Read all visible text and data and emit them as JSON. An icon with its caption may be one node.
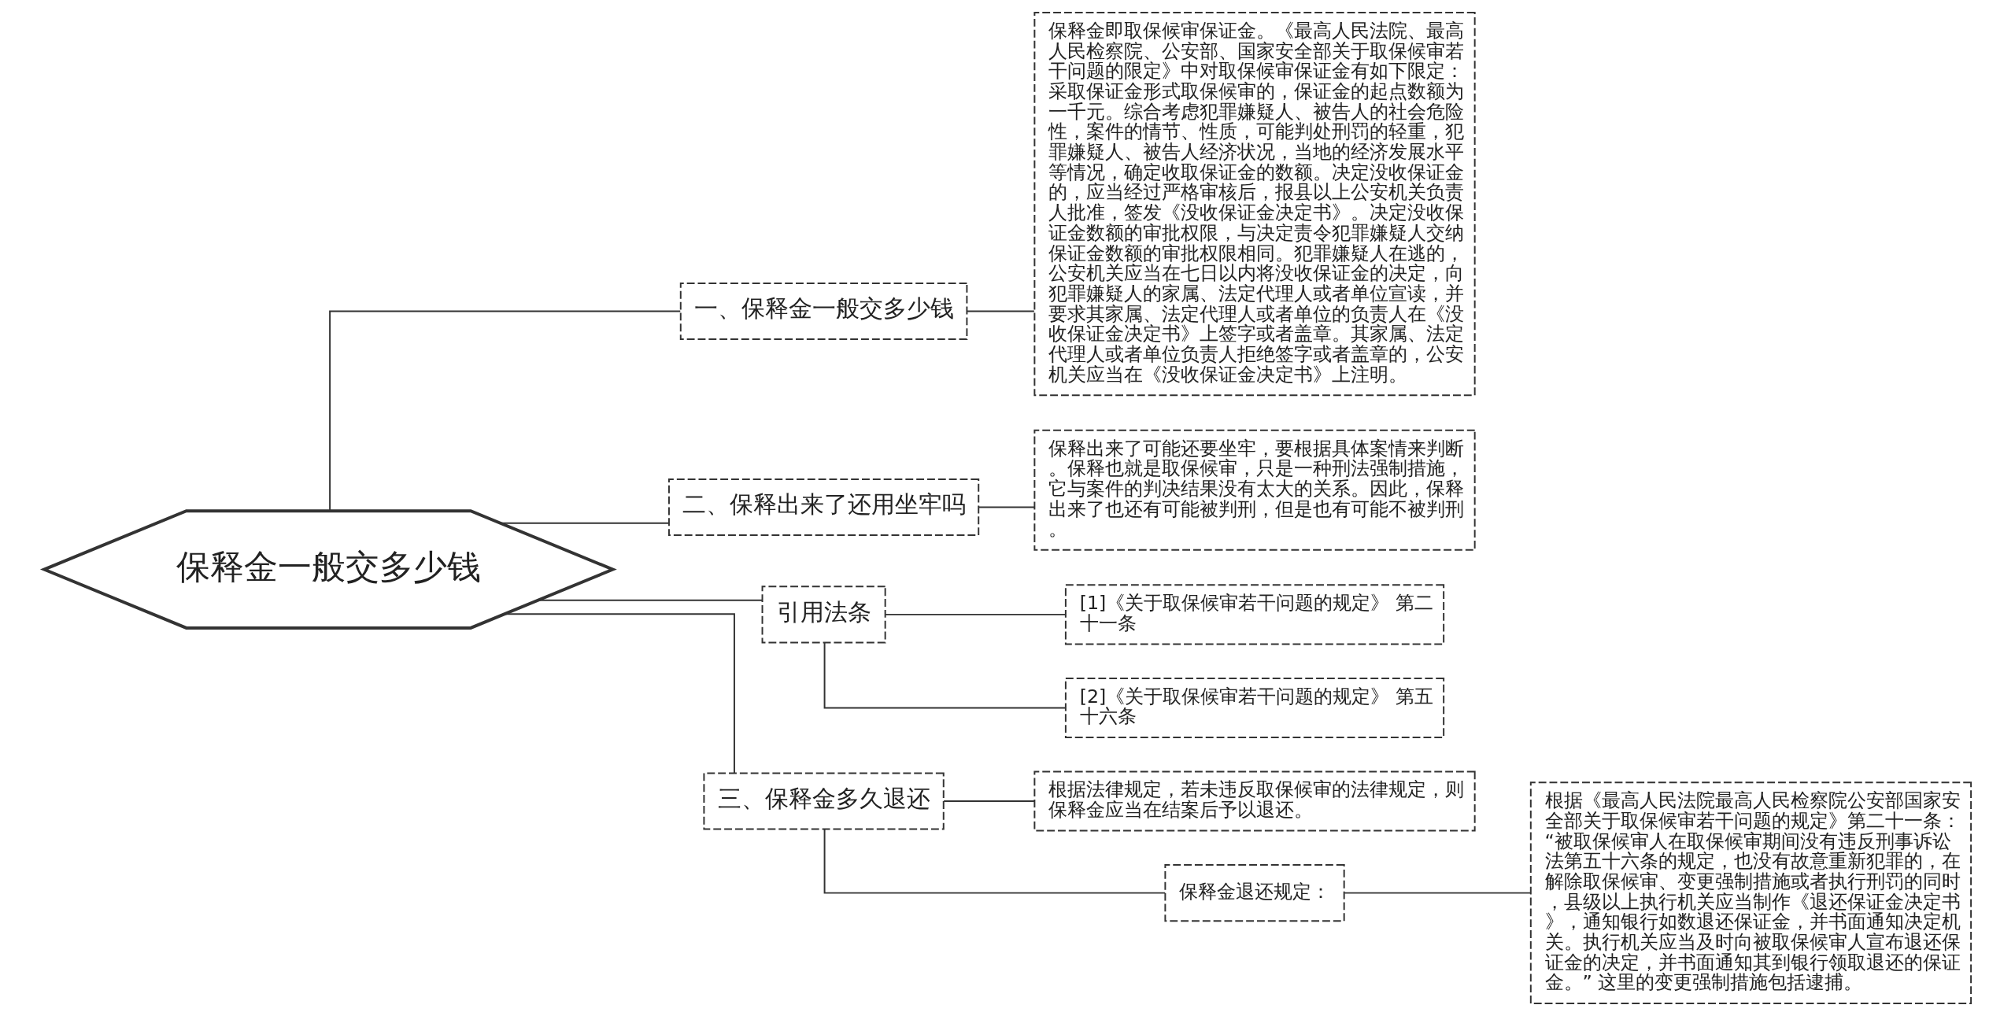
{
  "diagram": {
    "nodes": [
      {
        "text": [
          "保释金一般交多少钱"
        ]
      },
      {
        "text": [
          "一、保释金一般交多少钱"
        ]
      },
      {
        "text": [
          "保释金即取保候审保证金。《最高人民法院、最高人民检察院、公安部、国家安全部关于取保候审若干问题的限定》中对取保候审保证金有如下限定：采取保证金形式取保候审的，保证金的起点数额为一千元。综合考虑犯罪嫌疑人、被告人的社会危险性，案件的情节、性质，可能判处刑罚的轻重，犯罪嫌疑人、被告人经济状况，当地的经济发展水平等情况，确定收取保证金的数额。决定没收保证金的，应当经过严格审核后，报县以上公安机关负责人批准，签发《没收保证金决定书》。决定没收保证金数额的审批权限，与决定责令犯罪嫌疑人交纳保证金数额的审批权限相同。犯罪嫌疑人在逃的，公安机关应当在七日以内将没收保证金的决定，向犯罪嫌疑人的家属、法定代理人或者单位宣读，并要求其家属、法定代理人或者单位的负责人在《没收保证金决定书》上签字或者盖章。其家属、法定代理人或者单位负责人拒绝签字或者盖章的，公安机关应当在《没收保证金决定书》上注明。"
        ]
      },
      {
        "text": [
          "二、保释出来了还用坐牢吗"
        ]
      },
      {
        "text": [
          "保释出来了可能还要坐牢，要根据具体案情来判断。保释也就是取保候审，只是一种刑法强制措施，它与案件的判决结果没有太大的关系。因此，保释出来了也还有可能被判刑，但是也有可能不被判刑。"
        ]
      },
      {
        "text": [
          "引用法条"
        ]
      },
      {
        "text": [
          "[1]《关于取保候审若干问题的规定》 第二十一条"
        ]
      },
      {
        "text": [
          "[2]《关于取保候审若干问题的规定》 第五十六条"
        ]
      },
      {
        "text": [
          "三、保释金多久退还"
        ]
      },
      {
        "text": [
          "根据法律规定，若未违反取保候审的法律规定，则保释金应当在结案后予以退还。"
        ]
      },
      {
        "text": [
          "保释金退还规定："
        ]
      },
      {
        "text": [
          "根据《最高人民法院最高人民检察院公安部国家安全部关于取保候审若干问题的规定》第二十一条：“被取保候审人在取保候审期间没有违反刑事诉讼法第五十六条的规定，也没有故意重新犯罪的，在解除取保候审、变更强制措施或者执行刑罚的同时，县级以上执行机关应当制作《退还保证金决定书》，通知银行如数退还保证金，并书面通知决定机关。执行机关应当及时向被取保候审人宣布退还保证金的决定，并书面通知其到银行领取退还的保证金。” 这里的变更强制措施包括逮捕。"
        ]
      }
    ],
    "edges": [
      {
        "from": 0,
        "to": 1,
        "arrow": "none"
      },
      {
        "from": 1,
        "to": 2,
        "arrow": "none"
      },
      {
        "from": 0,
        "to": 3,
        "arrow": "none"
      },
      {
        "from": 3,
        "to": 4,
        "arrow": "none"
      },
      {
        "from": 0,
        "to": 5,
        "arrow": "none"
      },
      {
        "from": 5,
        "to": 6,
        "arrow": "none"
      },
      {
        "from": 5,
        "to": 7,
        "arrow": "none"
      },
      {
        "from": 0,
        "to": 8,
        "arrow": "none"
      },
      {
        "from": 8,
        "to": 9,
        "arrow": "none"
      },
      {
        "from": 8,
        "to": 10,
        "arrow": "none"
      },
      {
        "from": 10,
        "to": 11,
        "arrow": "none"
      }
    ]
  }
}
